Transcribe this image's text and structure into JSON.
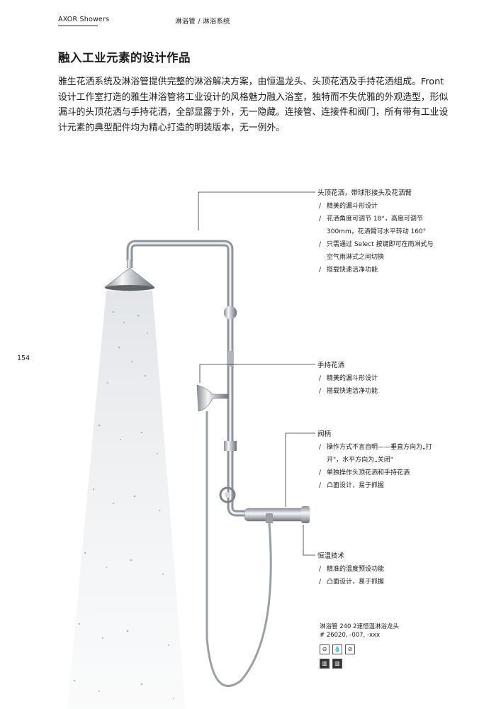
{
  "header": {
    "left": "AXOR Showers",
    "right": "淋浴管 / 淋浴系统"
  },
  "title": "融入工业元素的设计作品",
  "intro": "雅生花洒系统及淋浴管提供完整的淋浴解决方案，由恒温龙头、头顶花洒及手持花洒组成。Front设计工作室打造的雅生淋浴管将工业设计的风格魅力融入浴室，独特而不失优雅的外观造型，形似漏斗的头顶花洒与手持花洒，全部显露于外，无一隐藏。连接管、连接件和阀门，所有带有工业设计元素的典型配件均为精心打造的明装版本，无一例外。",
  "page_number": "154",
  "callouts": [
    {
      "title": "头顶花洒，带球形接头及花洒臂",
      "items": [
        "精美的漏斗形设计",
        "花洒角度可调节 18°，高度可调节 300mm，花洒臂可水平转动 160°",
        "只需通过 Select 按键即可在雨淋式与空气雨淋式之间切换",
        "搭载快速洁净功能"
      ]
    },
    {
      "title": "手持花洒",
      "items": [
        "精美的漏斗形设计",
        "搭载快速洁净功能"
      ]
    },
    {
      "title": "阀柄",
      "items": [
        "操作方式不言自明——垂直方向为„打开\"，水平方向为„关闭\"",
        "单独操作头顶花洒和手持花洒",
        "凸面设计，易于抓握"
      ]
    },
    {
      "title": "恒温技术",
      "items": [
        "精准的温度预设功能",
        "凸面设计，易于抓握"
      ]
    }
  ],
  "product": {
    "name": "淋浴管 240 2速恒温淋浴龙头",
    "code": "# 26020, -007, -xxx"
  },
  "feature_icons": [
    "minus-circle-icon",
    "water-drop-icon",
    "no-scald-icon",
    "fitting-icon-1",
    "fitting-icon-2"
  ]
}
